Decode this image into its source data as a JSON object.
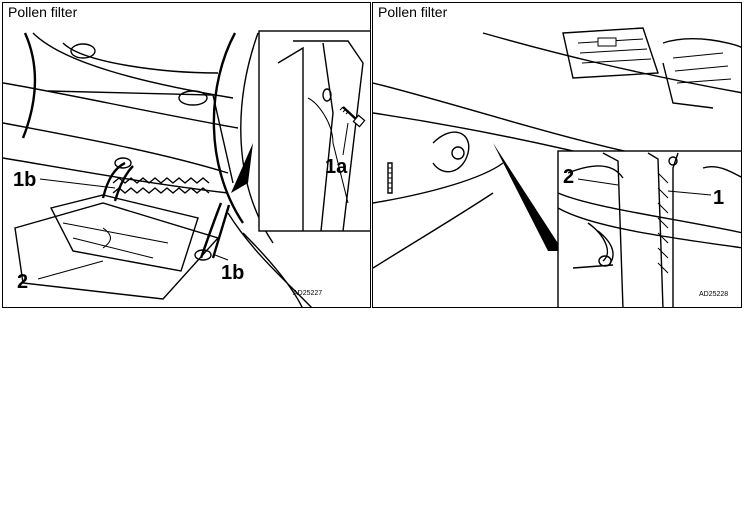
{
  "panels": [
    {
      "title": "Pollen filter",
      "labels": {
        "l1": "1b",
        "l2": "1a",
        "l3": "1b",
        "l4": "2"
      },
      "code": "AD25227"
    },
    {
      "title": "Pollen filter",
      "labels": {
        "l1": "2",
        "l2": "1"
      },
      "code": "AD25228"
    }
  ]
}
